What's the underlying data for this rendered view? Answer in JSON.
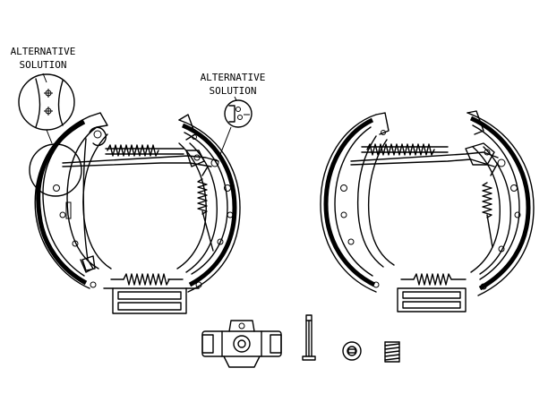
{
  "labels": {
    "left": {
      "line1": "ALTERNATIVE",
      "line2": "SOLUTION"
    },
    "right": {
      "line1": "ALTERNATIVE",
      "line2": "SOLUTION"
    }
  },
  "colors": {
    "line": "#000000",
    "background": "#ffffff"
  }
}
